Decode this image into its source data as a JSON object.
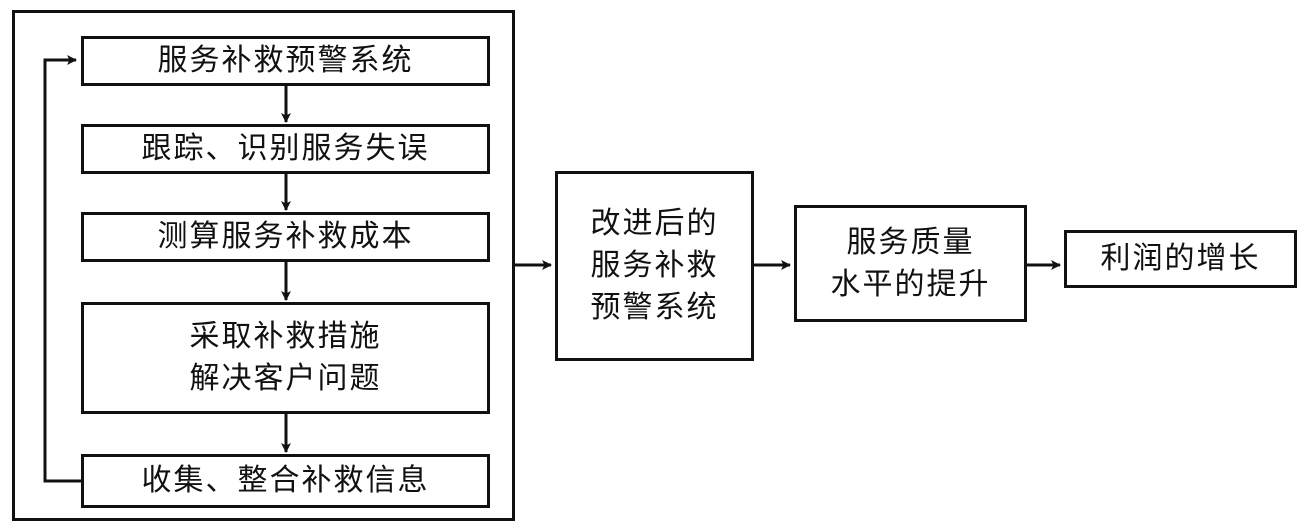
{
  "steps": [
    "服务补救预警系统",
    "跟踪、识别服务失误",
    "测算服务补救成本",
    {
      "line1": "采取补救措施",
      "line2": "解决客户问题"
    },
    "收集、整合补救信息"
  ],
  "outputs": {
    "improved": {
      "line1": "改进后的",
      "line2": "服务补救",
      "line3": "预警系统"
    },
    "quality": {
      "line1": "服务质量",
      "line2": "水平的提升"
    },
    "profit": "利润的增长"
  }
}
